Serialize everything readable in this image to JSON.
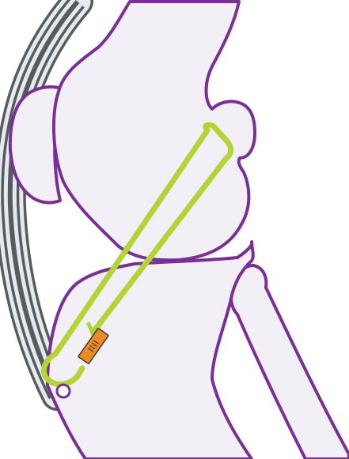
{
  "colors": {
    "background": "#ffffff",
    "bone_fill": "#f3eff7",
    "bone_outline": "#7a2f96",
    "tendon_dark": "#575b60",
    "tendon_light": "#e6eaee",
    "graft": "#b4d334",
    "fixation_device": "#f08a24",
    "fixation_device_outline": "#3a3a3a"
  },
  "structures": [
    {
      "id": "femur",
      "icon": "bone-shape"
    },
    {
      "id": "patella",
      "icon": "bone-shape"
    },
    {
      "id": "tibia",
      "icon": "bone-shape"
    },
    {
      "id": "fibula",
      "icon": "bone-shape"
    },
    {
      "id": "hamstring-tendons",
      "icon": "tendon-bundle"
    },
    {
      "id": "graft-loop",
      "icon": "graft-loop"
    },
    {
      "id": "tibial-fixation",
      "icon": "fixation-screw-icon"
    }
  ]
}
